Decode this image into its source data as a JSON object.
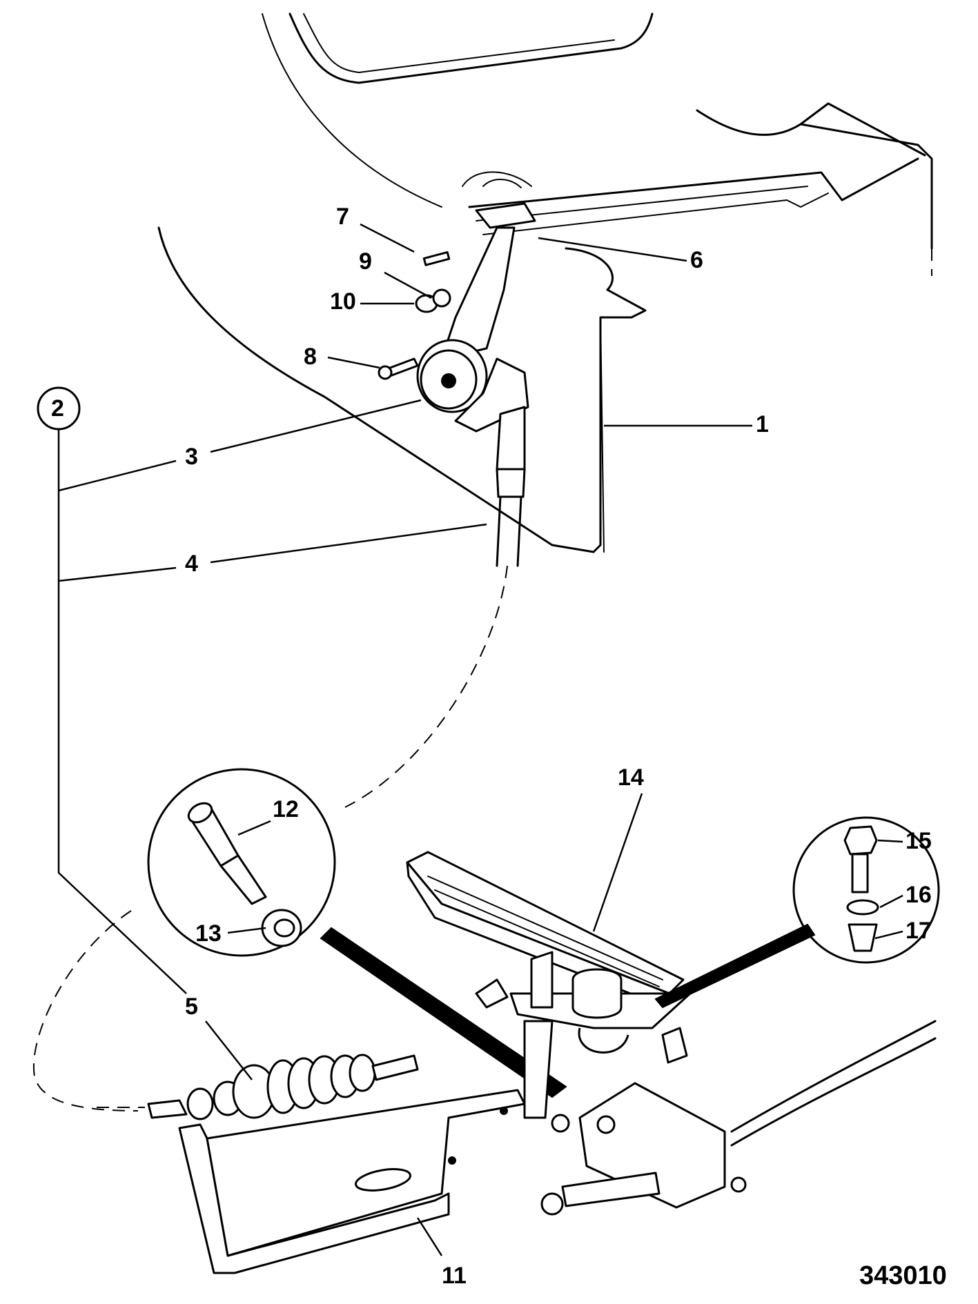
{
  "drawing_number": "343010",
  "callouts": {
    "c1": "1",
    "c2": "2",
    "c3": "3",
    "c4": "4",
    "c5": "5",
    "c6": "6",
    "c7": "7",
    "c8": "8",
    "c9": "9",
    "c10": "10",
    "c11": "11",
    "c12": "12",
    "c13": "13",
    "c14": "14",
    "c15": "15",
    "c16": "16",
    "c17": "17"
  }
}
